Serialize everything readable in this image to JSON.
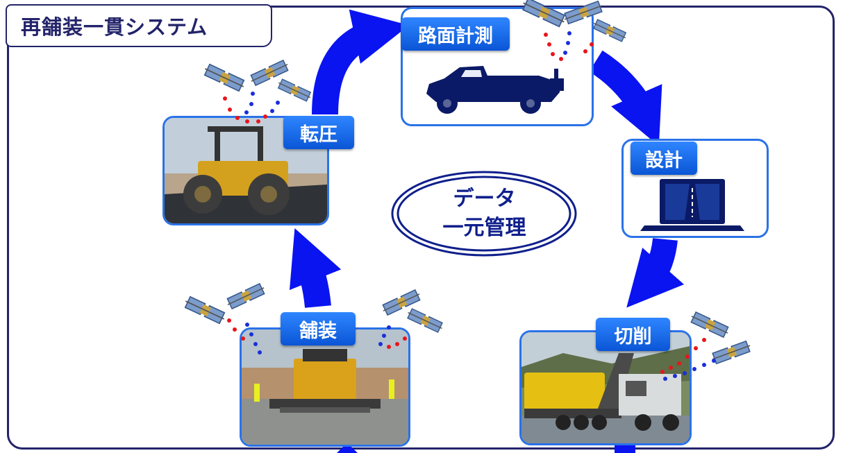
{
  "title": "再舗装一貫システム",
  "center": {
    "line1": "データ",
    "line2": "一元管理"
  },
  "steps": {
    "measure": "路面計測",
    "design": "設計",
    "cutting": "切削",
    "paving": "舗装",
    "rolling": "転圧"
  },
  "colors": {
    "frame": "#23236a",
    "arrow": "#0a14f0",
    "panel_border": "#2a72e8",
    "label_bg": "#1866ee",
    "vehicle_silhouette": "#0b1a66",
    "signal_red": "#e8151b",
    "signal_blue": "#1a2fd9"
  },
  "icons": [
    "satellite-icon",
    "pickup-truck-icon",
    "laptop-icon"
  ]
}
